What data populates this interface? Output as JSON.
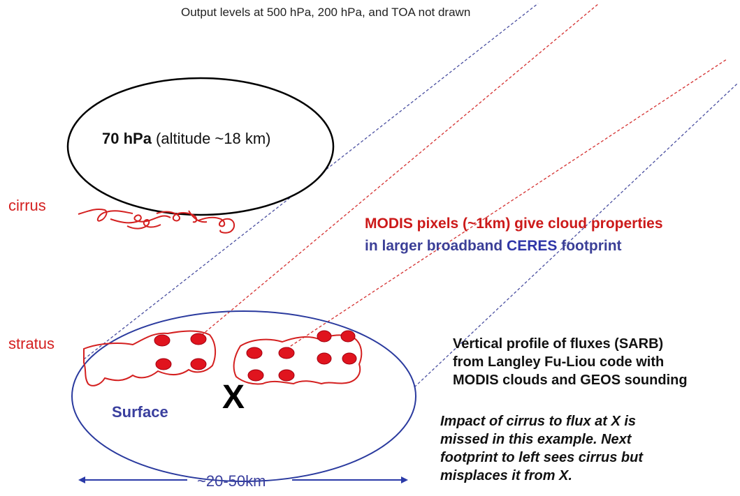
{
  "top_note": "Output levels at 500 hPa, 200 hPa, and TOA not drawn",
  "pressure_level": {
    "bold": "70 hPa",
    "rest": " (altitude ~18 km)"
  },
  "layer_labels": {
    "cirrus": "cirrus",
    "stratus": "stratus"
  },
  "modis_note": {
    "line1_modis": "MODIS",
    "line1_rest": " pixels (~1km) give cloud properties",
    "line2_start": "in larger broadband ",
    "line2_ceres": "CERES",
    "line2_end": " footprint"
  },
  "profile_note": [
    "Vertical profile of fluxes (SARB)",
    "from Langley Fu-Liou code with",
    "MODIS clouds and GEOS sounding"
  ],
  "impact_note": [
    "Impact of cirrus to flux at X is",
    "missed in this example. Next",
    "footprint to left sees cirrus but",
    "misplaces it from X."
  ],
  "surface_label": "Surface",
  "point_label": "X",
  "distance_label": "~20-50km",
  "colors": {
    "red": "#d42020",
    "blue": "#3a3f9e",
    "black": "#000000"
  }
}
